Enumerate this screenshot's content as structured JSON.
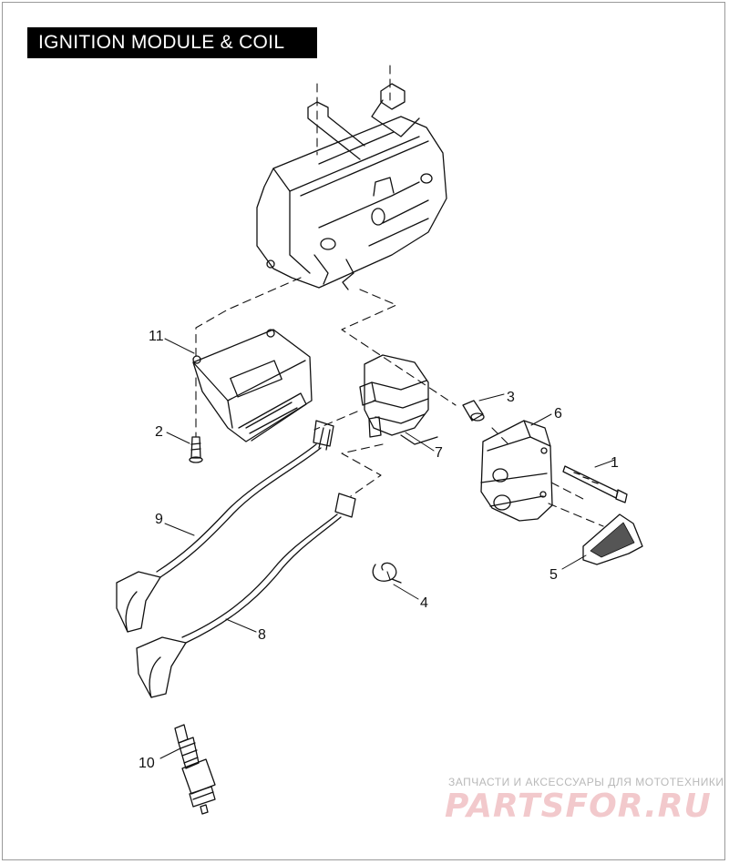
{
  "title": "IGNITION MODULE & COIL",
  "callouts": [
    "1",
    "2",
    "3",
    "4",
    "5",
    "6",
    "7",
    "8",
    "9",
    "10",
    "11"
  ],
  "watermark": {
    "subtitle": "ЗАПЧАСТИ И АКСЕССУАРЫ ДЛЯ МОТОТЕХНИКИ",
    "logo": "PARTSFOR.RU",
    "color": "#f2c9cc"
  }
}
